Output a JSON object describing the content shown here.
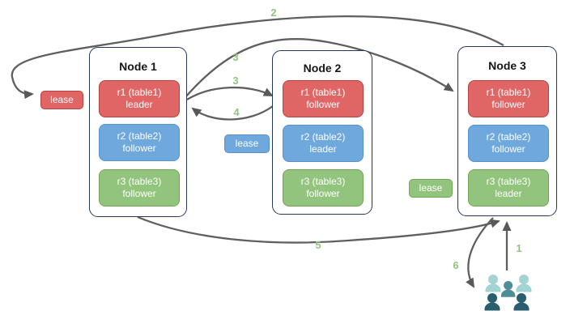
{
  "nodes": [
    {
      "title": "Node 1",
      "replicas": [
        {
          "name": "r1 (table1)",
          "role": "leader",
          "color": "red"
        },
        {
          "name": "r2 (table2)",
          "role": "follower",
          "color": "blue"
        },
        {
          "name": "r3 (table3)",
          "role": "follower",
          "color": "green"
        }
      ]
    },
    {
      "title": "Node 2",
      "replicas": [
        {
          "name": "r1 (table1)",
          "role": "follower",
          "color": "red"
        },
        {
          "name": "r2 (table2)",
          "role": "leader",
          "color": "blue"
        },
        {
          "name": "r3 (table3)",
          "role": "follower",
          "color": "green"
        }
      ]
    },
    {
      "title": "Node 3",
      "replicas": [
        {
          "name": "r1 (table1)",
          "role": "follower",
          "color": "red"
        },
        {
          "name": "r2 (table2)",
          "role": "follower",
          "color": "blue"
        },
        {
          "name": "r3 (table3)",
          "role": "leader",
          "color": "green"
        }
      ]
    }
  ],
  "leases": [
    {
      "label": "lease",
      "color": "red"
    },
    {
      "label": "lease",
      "color": "blue"
    },
    {
      "label": "lease",
      "color": "green"
    }
  ],
  "steps": {
    "s1": "1",
    "s2": "2",
    "s3a": "3",
    "s3b": "3",
    "s4": "4",
    "s5": "5",
    "s6": "6"
  },
  "icons": {
    "users": "users-icon"
  },
  "colors": {
    "replica_red": "#e06666",
    "replica_blue": "#6fa8dc",
    "replica_green": "#93c47d",
    "node_border": "#24385b",
    "arrow": "#5f5f5f",
    "step_label": "#93c47d",
    "users_light": "#a3d4d3",
    "users_mid": "#4f8e96",
    "users_dark": "#2a5e6e"
  }
}
